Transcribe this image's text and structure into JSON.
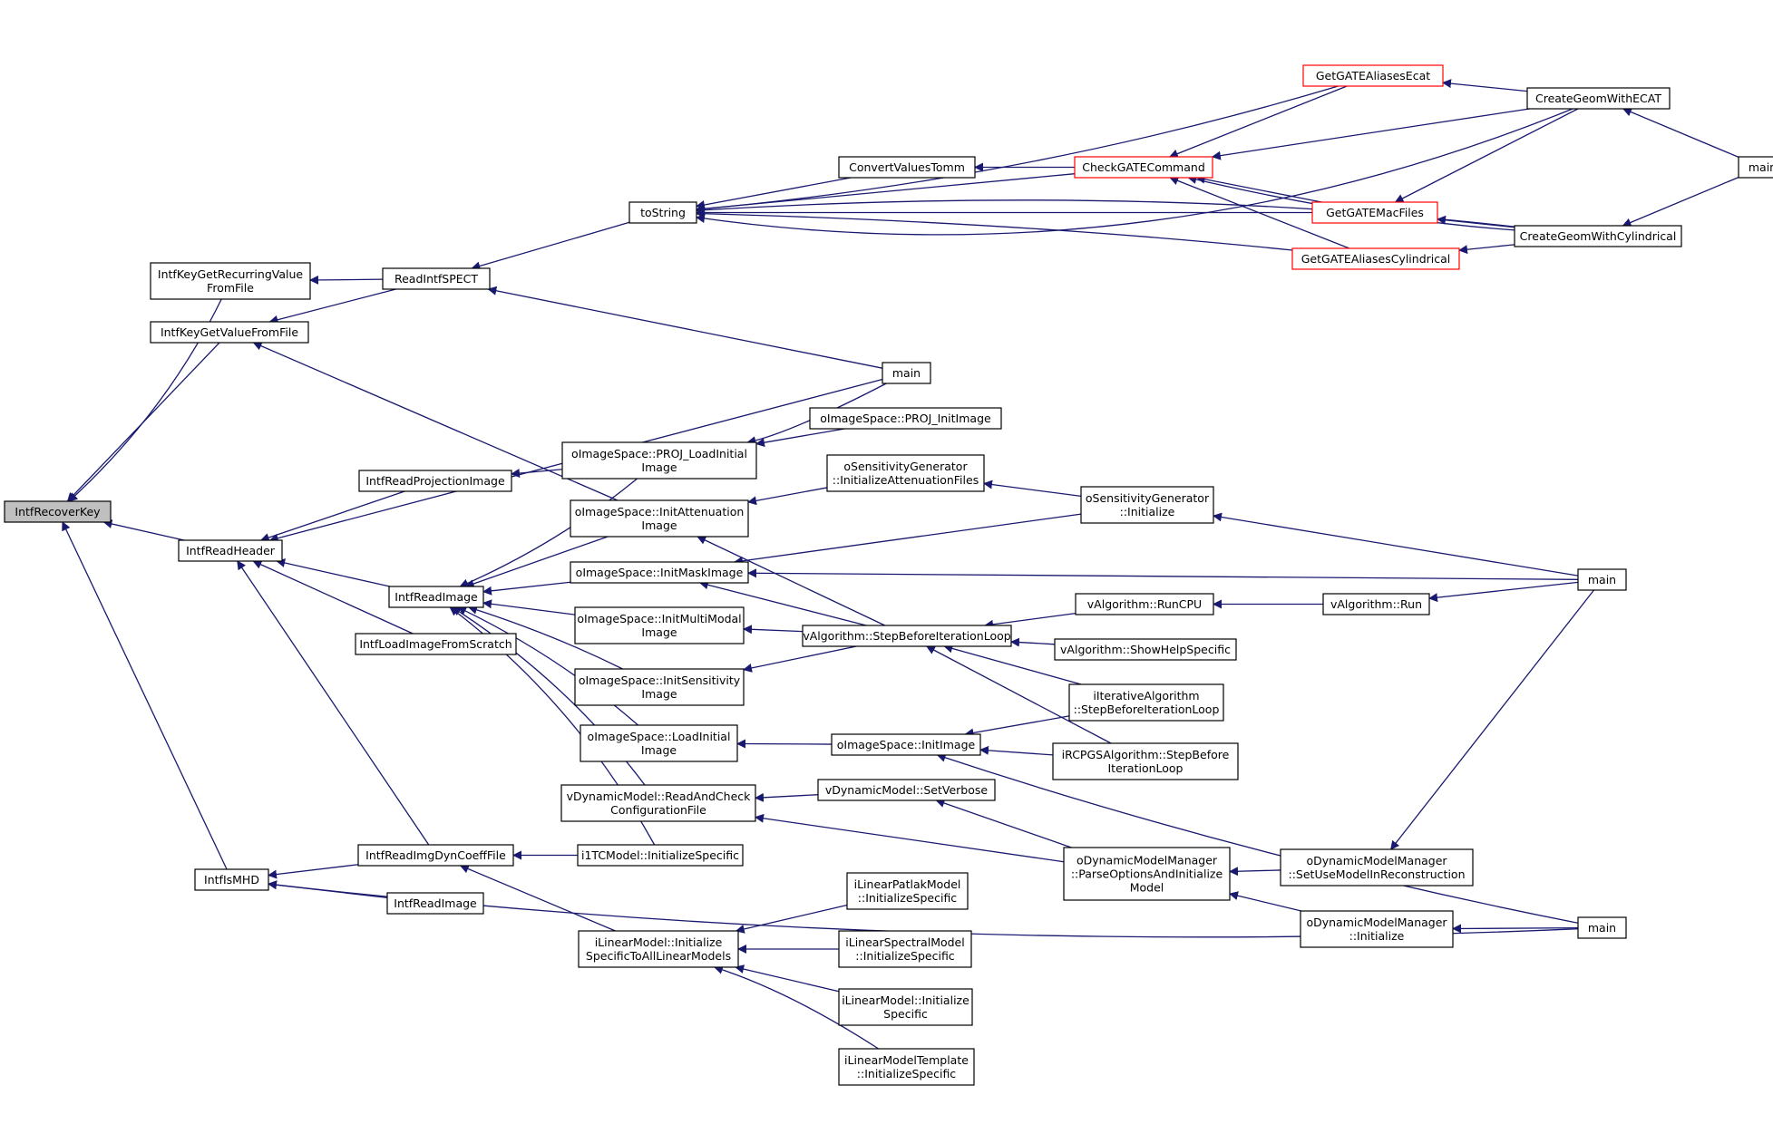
{
  "graph": {
    "edge_color": "#191970",
    "node_border": "#000000",
    "highlight_border": "#ff0000",
    "root_fill": "#bfbfbf",
    "nodes": [
      {
        "id": "n_recover",
        "lines": [
          "IntfRecoverKey"
        ],
        "style": "root"
      },
      {
        "id": "n_recur",
        "lines": [
          "IntfKeyGetRecurringValue",
          "FromFile"
        ]
      },
      {
        "id": "n_getval",
        "lines": [
          "IntfKeyGetValueFromFile"
        ]
      },
      {
        "id": "n_header",
        "lines": [
          "IntfReadHeader"
        ]
      },
      {
        "id": "n_ismhd",
        "lines": [
          "IntfIsMHD"
        ]
      },
      {
        "id": "n_readspect",
        "lines": [
          "ReadIntfSPECT"
        ]
      },
      {
        "id": "n_readproj",
        "lines": [
          "IntfReadProjectionImage"
        ]
      },
      {
        "id": "n_readimg1",
        "lines": [
          "IntfReadImage"
        ]
      },
      {
        "id": "n_loadscratch",
        "lines": [
          "IntfLoadImageFromScratch"
        ]
      },
      {
        "id": "n_dyncoeff",
        "lines": [
          "IntfReadImgDynCoeffFile"
        ]
      },
      {
        "id": "n_readimg2",
        "lines": [
          "IntfReadImage"
        ]
      },
      {
        "id": "n_tostring",
        "lines": [
          "toString"
        ]
      },
      {
        "id": "n_main1",
        "lines": [
          "main"
        ]
      },
      {
        "id": "n_projload",
        "lines": [
          "oImageSpace::PROJ_LoadInitial",
          "Image"
        ]
      },
      {
        "id": "n_initatt",
        "lines": [
          "oImageSpace::InitAttenuation",
          "Image"
        ]
      },
      {
        "id": "n_initmask",
        "lines": [
          "oImageSpace::InitMaskImage"
        ]
      },
      {
        "id": "n_initmulti",
        "lines": [
          "oImageSpace::InitMultiModal",
          "Image"
        ]
      },
      {
        "id": "n_initsens",
        "lines": [
          "oImageSpace::InitSensitivity",
          "Image"
        ]
      },
      {
        "id": "n_loadinit",
        "lines": [
          "oImageSpace::LoadInitial",
          "Image"
        ]
      },
      {
        "id": "n_readcheck",
        "lines": [
          "vDynamicModel::ReadAndCheck",
          "ConfigurationFile"
        ]
      },
      {
        "id": "n_i1tc",
        "lines": [
          "i1TCModel::InitializeSpecific"
        ]
      },
      {
        "id": "n_linspec",
        "lines": [
          "iLinearModel::Initialize",
          "SpecificToAllLinearModels"
        ]
      },
      {
        "id": "n_convert",
        "lines": [
          "ConvertValuesTomm"
        ]
      },
      {
        "id": "n_projinit",
        "lines": [
          "oImageSpace::PROJ_InitImage"
        ]
      },
      {
        "id": "n_sensatt",
        "lines": [
          "oSensitivityGenerator",
          "::InitializeAttenuationFiles"
        ]
      },
      {
        "id": "n_stepbefore",
        "lines": [
          "vAlgorithm::StepBeforeIterationLoop"
        ]
      },
      {
        "id": "n_initimage",
        "lines": [
          "oImageSpace::InitImage"
        ]
      },
      {
        "id": "n_setverbose",
        "lines": [
          "vDynamicModel::SetVerbose"
        ]
      },
      {
        "id": "n_patlak",
        "lines": [
          "iLinearPatlakModel",
          "::InitializeSpecific"
        ]
      },
      {
        "id": "n_spectral",
        "lines": [
          "iLinearSpectralModel",
          "::InitializeSpecific"
        ]
      },
      {
        "id": "n_linmodel",
        "lines": [
          "iLinearModel::Initialize",
          "Specific"
        ]
      },
      {
        "id": "n_lintempl",
        "lines": [
          "iLinearModelTemplate",
          "::InitializeSpecific"
        ]
      },
      {
        "id": "n_gate_ecat",
        "lines": [
          "GetGATEAliasesEcat"
        ],
        "style": "red"
      },
      {
        "id": "n_checkgate",
        "lines": [
          "CheckGATECommand"
        ],
        "style": "red"
      },
      {
        "id": "n_gatemac",
        "lines": [
          "GetGATEMacFiles"
        ],
        "style": "red"
      },
      {
        "id": "n_gate_cyl",
        "lines": [
          "GetGATEAliasesCylindrical"
        ],
        "style": "red"
      },
      {
        "id": "n_sensinit",
        "lines": [
          "oSensitivityGenerator",
          "::Initialize"
        ]
      },
      {
        "id": "n_runcpu",
        "lines": [
          "vAlgorithm::RunCPU"
        ]
      },
      {
        "id": "n_showhelp",
        "lines": [
          "vAlgorithm::ShowHelpSpecific"
        ]
      },
      {
        "id": "n_iterstep",
        "lines": [
          "iIterativeAlgorithm",
          "::StepBeforeIterationLoop"
        ]
      },
      {
        "id": "n_rcpgs",
        "lines": [
          "iRCPGSAlgorithm::StepBefore",
          "IterationLoop"
        ]
      },
      {
        "id": "n_parseopt",
        "lines": [
          "oDynamicModelManager",
          "::ParseOptionsAndInitialize",
          "Model"
        ]
      },
      {
        "id": "n_run",
        "lines": [
          "vAlgorithm::Run"
        ]
      },
      {
        "id": "n_setuse",
        "lines": [
          "oDynamicModelManager",
          "::SetUseModelInReconstruction"
        ]
      },
      {
        "id": "n_dmminit",
        "lines": [
          "oDynamicModelManager",
          "::Initialize"
        ]
      },
      {
        "id": "n_geomecat",
        "lines": [
          "CreateGeomWithECAT"
        ]
      },
      {
        "id": "n_geomcyl",
        "lines": [
          "CreateGeomWithCylindrical"
        ]
      },
      {
        "id": "n_main2",
        "lines": [
          "main"
        ]
      },
      {
        "id": "n_main3",
        "lines": [
          "main"
        ]
      },
      {
        "id": "n_main4",
        "lines": [
          "main"
        ]
      }
    ]
  }
}
